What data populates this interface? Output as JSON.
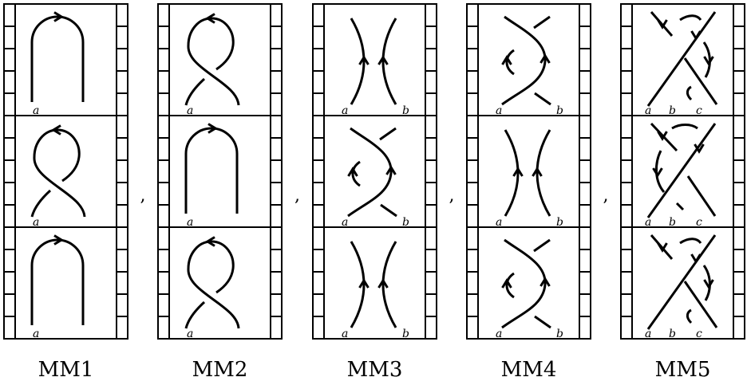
{
  "panels": [
    {
      "label": "MM1",
      "frames": [
        {
          "motif": "arch",
          "labels": [
            "a"
          ]
        },
        {
          "motif": "kink",
          "labels": [
            "a"
          ]
        },
        {
          "motif": "arch",
          "labels": [
            "a"
          ]
        }
      ]
    },
    {
      "label": "MM2",
      "frames": [
        {
          "motif": "kink",
          "labels": [
            "a"
          ]
        },
        {
          "motif": "arch",
          "labels": [
            "a"
          ]
        },
        {
          "motif": "kink",
          "labels": [
            "a"
          ]
        }
      ]
    },
    {
      "label": "MM3",
      "frames": [
        {
          "motif": "parallel",
          "labels": [
            "a",
            "b"
          ]
        },
        {
          "motif": "bigon",
          "labels": [
            "a",
            "b"
          ]
        },
        {
          "motif": "parallel",
          "labels": [
            "a",
            "b"
          ]
        }
      ]
    },
    {
      "label": "MM4",
      "frames": [
        {
          "motif": "bigon",
          "labels": [
            "a",
            "b"
          ]
        },
        {
          "motif": "parallel",
          "labels": [
            "a",
            "b"
          ]
        },
        {
          "motif": "bigon",
          "labels": [
            "a",
            "b"
          ]
        }
      ]
    },
    {
      "label": "MM5",
      "frames": [
        {
          "motif": "triple1",
          "labels": [
            "a",
            "b",
            "c"
          ]
        },
        {
          "motif": "triple2",
          "labels": [
            "a",
            "b",
            "c"
          ]
        },
        {
          "motif": "triple1",
          "labels": [
            "a",
            "b",
            "c"
          ]
        }
      ]
    }
  ],
  "separators": [
    ",",
    ",",
    ",",
    ","
  ]
}
